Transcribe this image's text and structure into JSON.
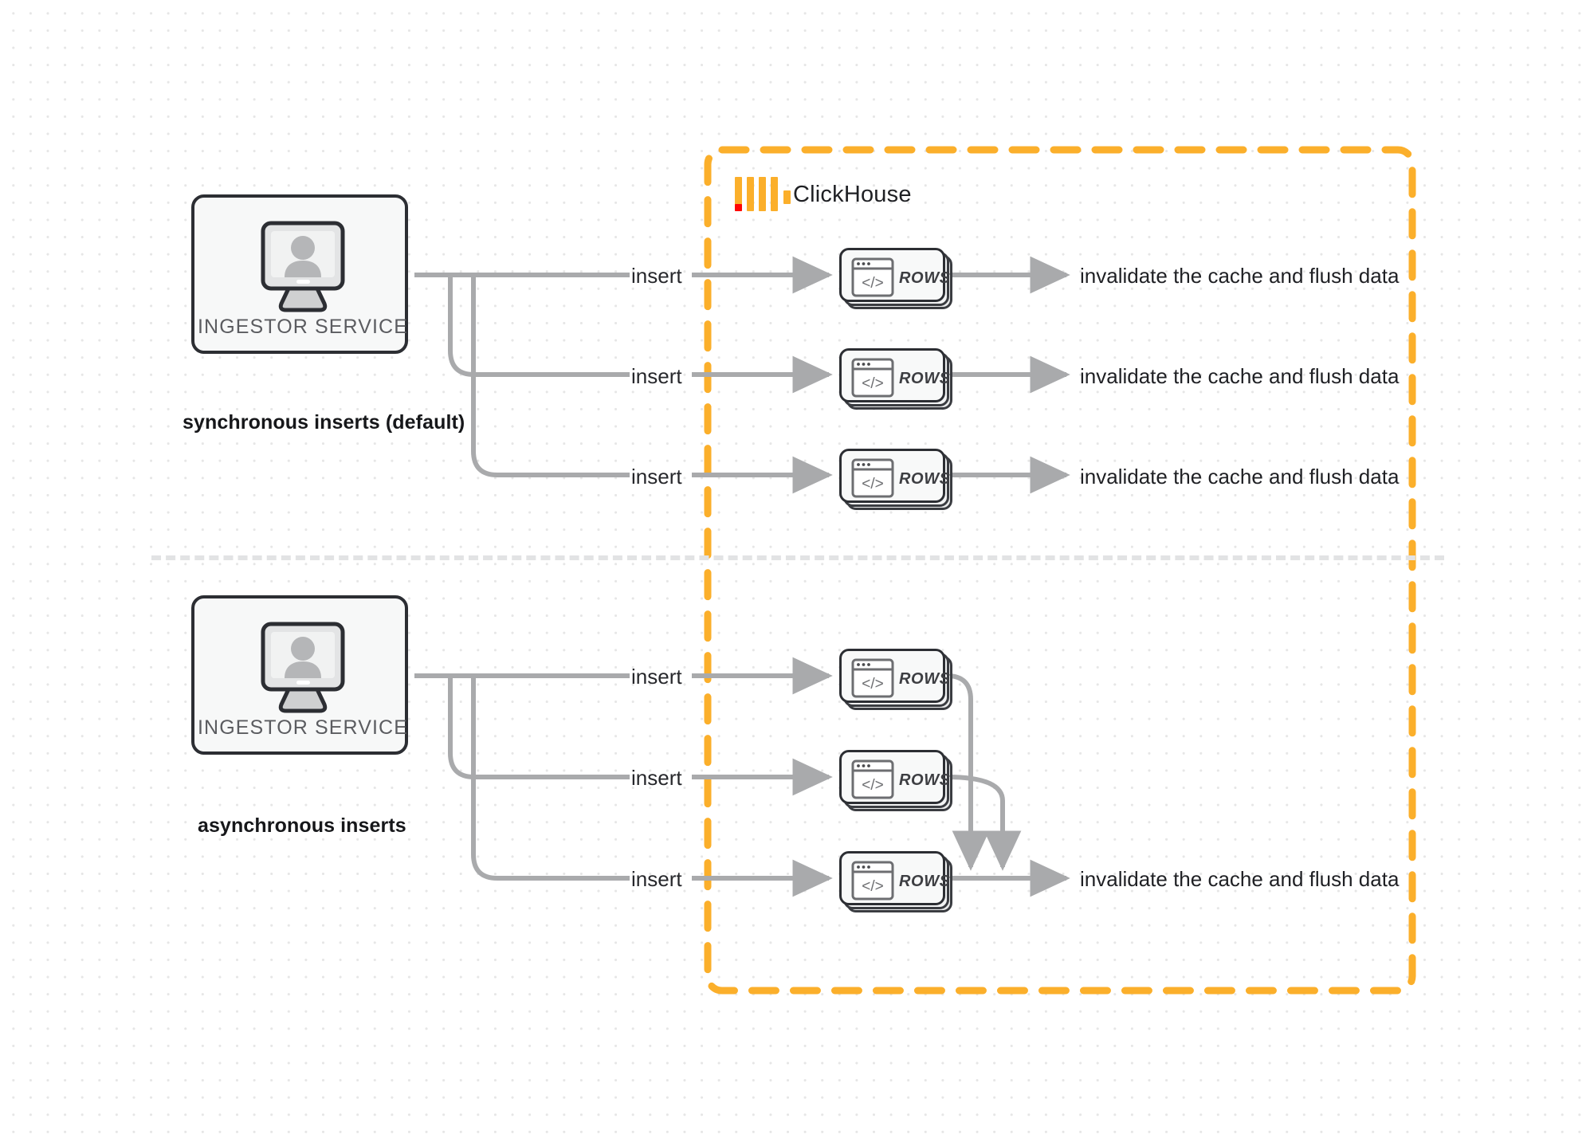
{
  "diagram": {
    "title_sync": "synchronous inserts (default)",
    "title_async": "asynchronous inserts",
    "brand": "ClickHouse",
    "brand_icon": "clickhouse-logo-icon",
    "colors": {
      "boundary": "#FBAF2B",
      "arrow": "#a9aaac",
      "node_border": "#2c2e33",
      "node_fill": "#f7f8f8",
      "logo_red": "#FF0505",
      "grid_dot": "#e6e6e6"
    },
    "sections": [
      {
        "id": "synchronous",
        "title": "synchronous inserts (default)",
        "source": {
          "label": "INGESTOR SERVICE",
          "icon": "monitor-user-icon"
        },
        "flows": [
          {
            "insert_label": "insert",
            "card_label": "ROWS",
            "card_icon": "code-window-icon",
            "result_label": "invalidate the cache and flush data"
          },
          {
            "insert_label": "insert",
            "card_label": "ROWS",
            "card_icon": "code-window-icon",
            "result_label": "invalidate the cache and flush data"
          },
          {
            "insert_label": "insert",
            "card_label": "ROWS",
            "card_icon": "code-window-icon",
            "result_label": "invalidate the cache and flush data"
          }
        ]
      },
      {
        "id": "asynchronous",
        "title": "asynchronous inserts",
        "source": {
          "label": "INGESTOR SERVICE",
          "icon": "monitor-user-icon"
        },
        "flows": [
          {
            "insert_label": "insert",
            "card_label": "ROWS",
            "card_icon": "code-window-icon"
          },
          {
            "insert_label": "insert",
            "card_label": "ROWS",
            "card_icon": "code-window-icon"
          },
          {
            "insert_label": "insert",
            "card_label": "ROWS",
            "card_icon": "code-window-icon"
          }
        ],
        "merged_result_label": "invalidate the cache and flush data"
      }
    ]
  }
}
